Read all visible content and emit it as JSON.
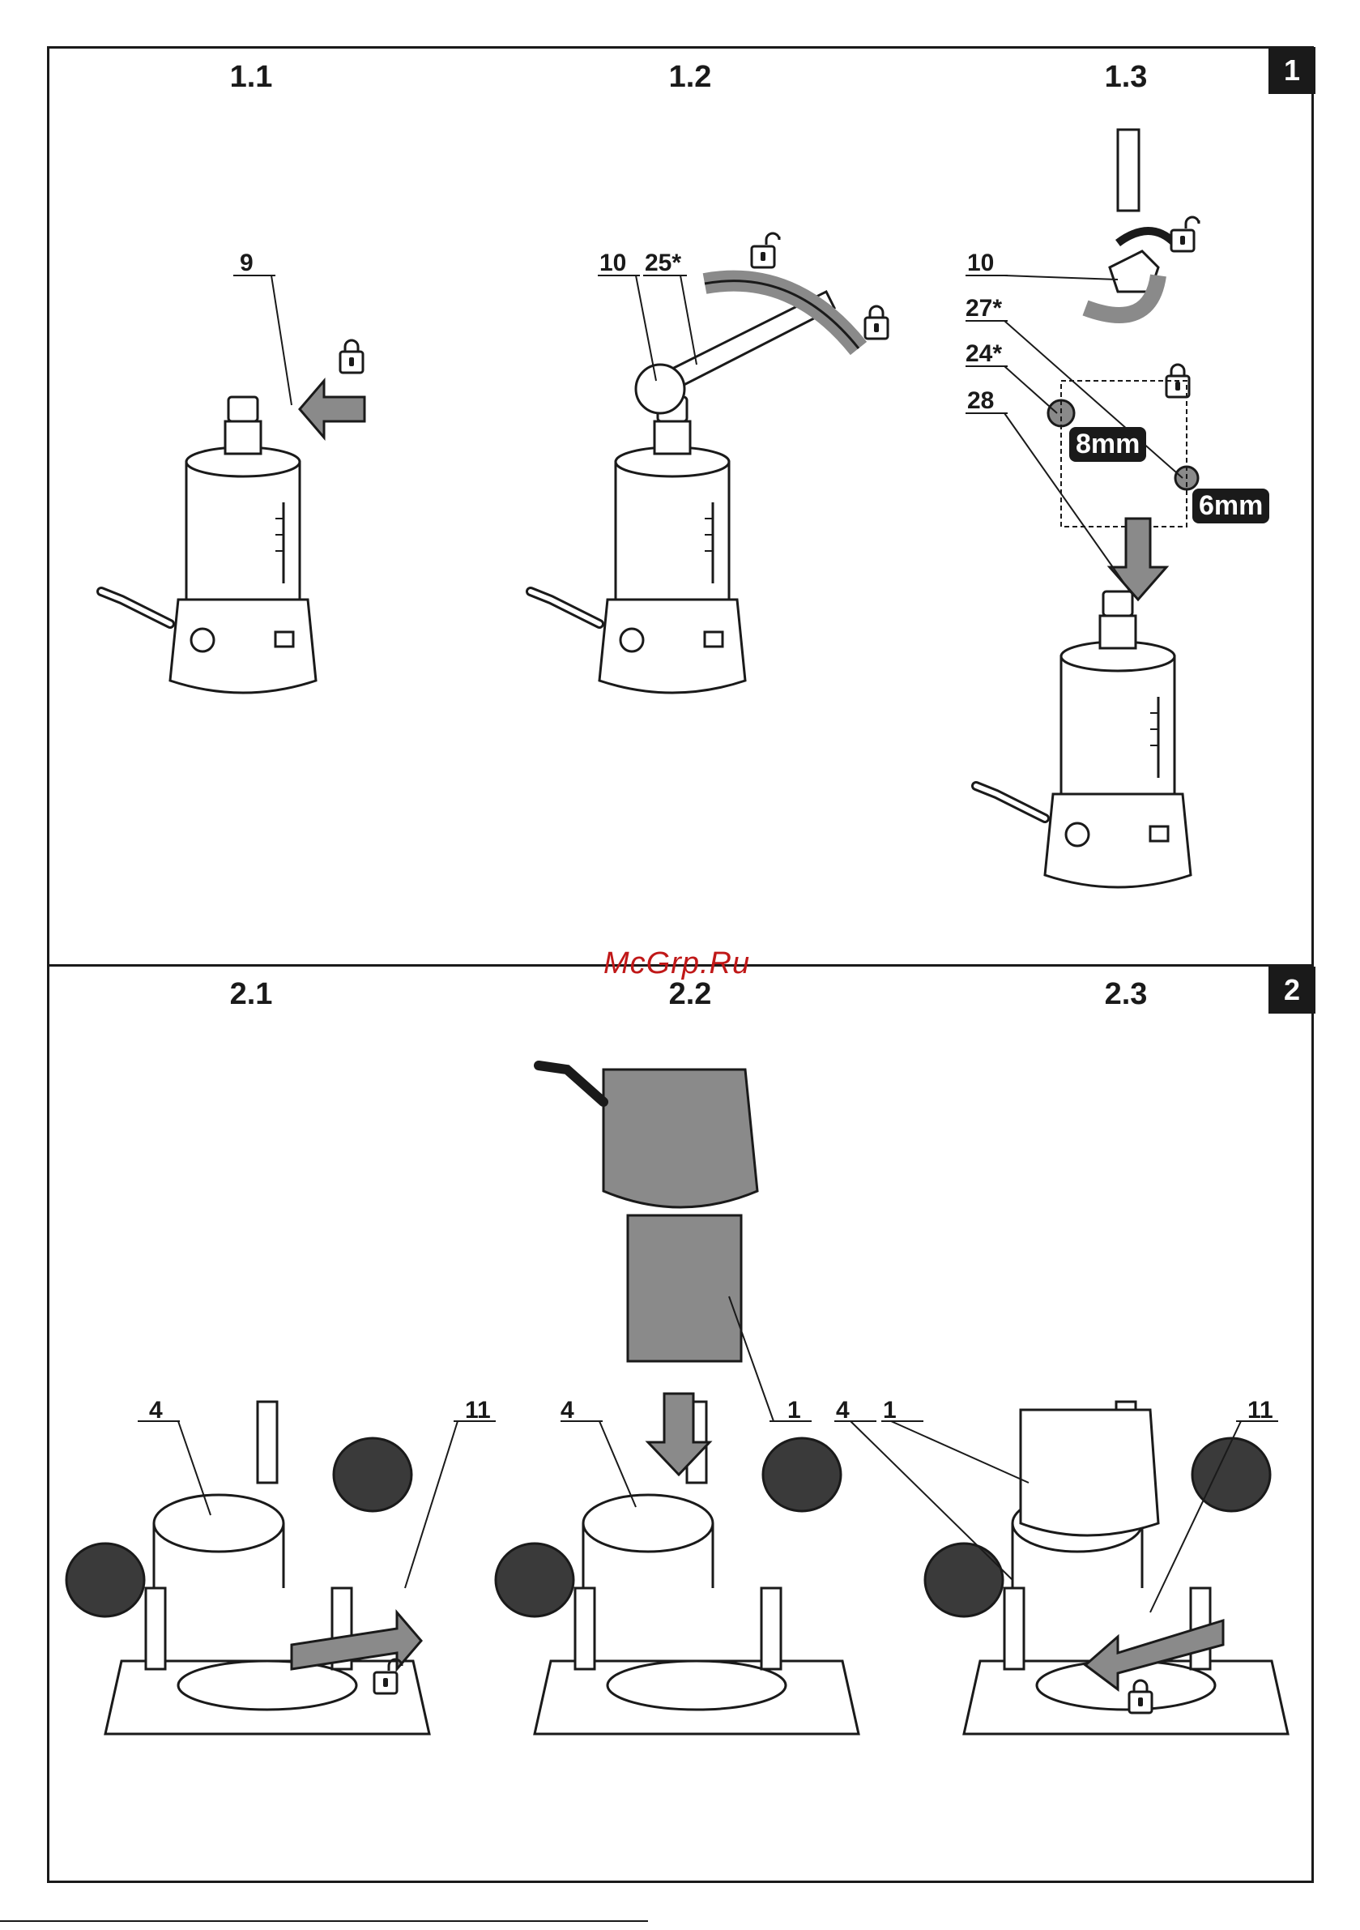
{
  "figures": [
    {
      "badge": "1",
      "steps": [
        {
          "label": "1.1",
          "callouts": [
            "9"
          ]
        },
        {
          "label": "1.2",
          "callouts": [
            "10",
            "25*"
          ]
        },
        {
          "label": "1.3",
          "callouts": [
            "10",
            "27*",
            "24*",
            "28"
          ],
          "sizes": [
            "8mm",
            "6mm"
          ]
        }
      ]
    },
    {
      "badge": "2",
      "steps": [
        {
          "label": "2.1",
          "callouts": [
            "4",
            "11"
          ]
        },
        {
          "label": "2.2",
          "callouts": [
            "4",
            "1"
          ]
        },
        {
          "label": "2.3",
          "callouts": [
            "4",
            "1",
            "11"
          ]
        }
      ]
    }
  ],
  "watermark": "McGrp.Ru",
  "icons": [
    "lock-closed-icon",
    "lock-open-icon",
    "arrow-icon",
    "router-motor-illustration",
    "plunge-base-illustration"
  ],
  "colors": {
    "ink": "#1a1a1a",
    "gray": "#8a8a8a",
    "light": "#d8d8d8",
    "watermark": "#c01818"
  }
}
